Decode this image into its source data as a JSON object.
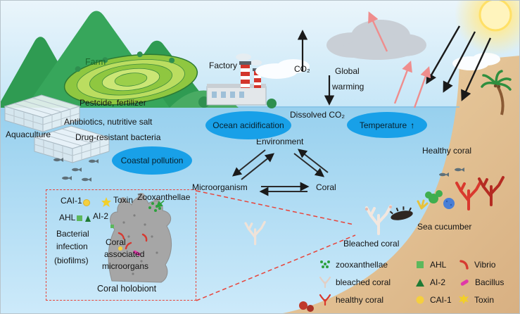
{
  "labels": {
    "farm": "Farm",
    "factory": "Factory",
    "co2": "CO₂",
    "global1": "Global",
    "global2": "warming",
    "aquaculture": "Aquaculture",
    "pesticide": "Pestcide, fertilizer",
    "antibiotics": "Antibiotics, nutritive salt",
    "drug_resistant": "Drug-resistant bacteria",
    "dissolved_co2": "Dissolved CO₂",
    "environment": "Environment",
    "microorganism": "Microorganism",
    "coral": "Coral",
    "healthy_coral": "Healthy coral",
    "sea_cucumber": "Sea cucumber",
    "bleached_coral": "Bleached coral"
  },
  "bubbles": {
    "coastal_pollution": "Coastal pollution",
    "ocean_acidification": "Ocean acidification",
    "temperature": "Temperature",
    "temperature_arrow": "↑"
  },
  "inset": {
    "cai1": "CAI-1",
    "toxin": "Toxin",
    "zooxanthellae": "Zooxanthellae",
    "ahl": "AHL",
    "ai2": "AI-2",
    "bact1": "Bacterial",
    "bact2": "infection",
    "bact3": "(biofilms)",
    "assoc1": "Coral",
    "assoc2": "associated",
    "assoc3": "microorgans",
    "caption": "Coral holobiont"
  },
  "legend": {
    "zooxanthellae": "zooxanthellae",
    "bleached_coral": "bleached coral",
    "healthy_coral": "healthy coral",
    "ahl": "AHL",
    "ai2": "AI-2",
    "cai1": "CAI-1",
    "vibrio": "Vibrio",
    "bacillus": "Bacillus",
    "toxin": "Toxin"
  },
  "colors": {
    "bubble_blue": "#18a0e8",
    "inset_border_red": "#e8443a",
    "ahl_green": "#5cb85c",
    "ai2_dark_green": "#1e7a34",
    "cai1_yellow": "#f5cf3e",
    "vibrio_red": "#d63a31",
    "bacillus_magenta": "#e038a8",
    "toxin_yellow": "#f2cf2a",
    "healthy_coral_red": "#d9392e"
  }
}
